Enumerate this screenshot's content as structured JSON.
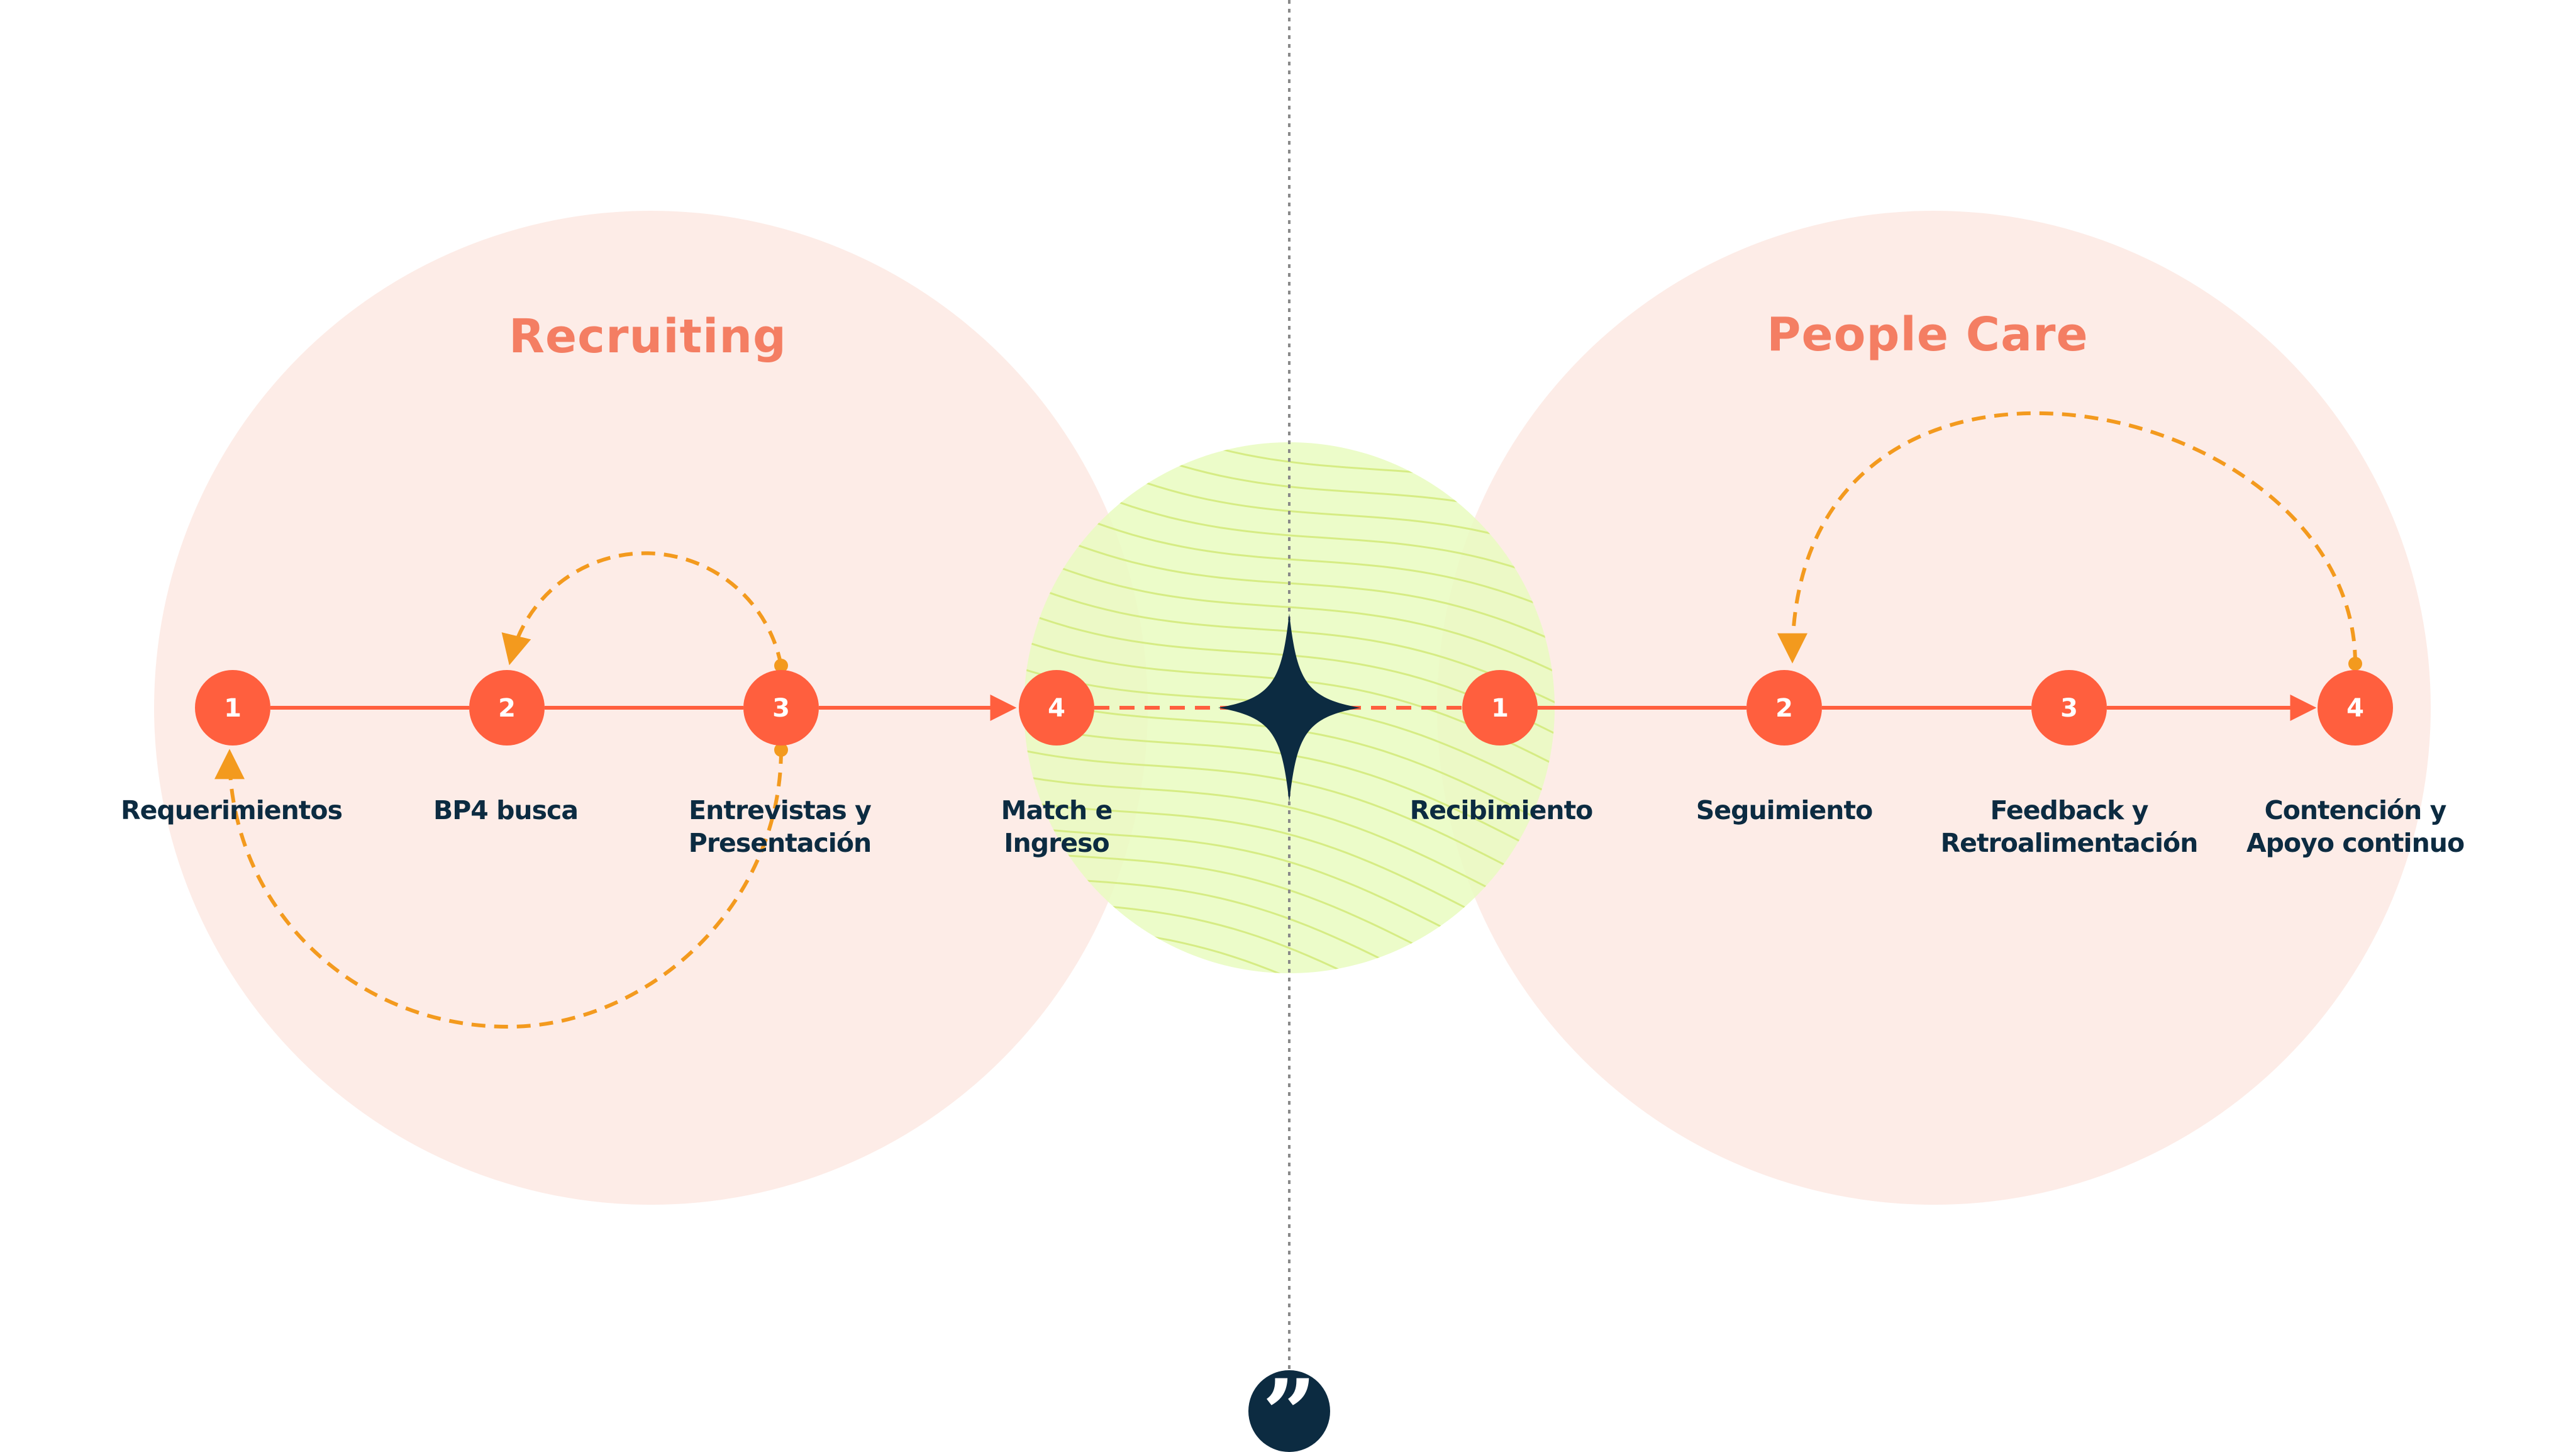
{
  "colors": {
    "background": "#ffffff",
    "circle_fill": "#fdece7",
    "accent_orange": "#ff5f3e",
    "title_orange": "#f47e63",
    "dashed_loop": "#f39a1e",
    "dark_navy": "#0c2b41",
    "center_green": "#e9fbbf",
    "center_wave": "#d6ec84",
    "divider": "#8a8a8a"
  },
  "recruiting": {
    "title": "Recruiting",
    "steps": [
      {
        "num": "1",
        "label_lines": [
          "Requerimientos"
        ]
      },
      {
        "num": "2",
        "label_lines": [
          "BP4 busca"
        ]
      },
      {
        "num": "3",
        "label_lines": [
          "Entrevistas y",
          "Presentación"
        ]
      },
      {
        "num": "4",
        "label_lines": [
          "Match e",
          "Ingreso"
        ]
      }
    ]
  },
  "people_care": {
    "title": "People Care",
    "steps": [
      {
        "num": "1",
        "label_lines": [
          "Recibimiento"
        ]
      },
      {
        "num": "2",
        "label_lines": [
          "Seguimiento"
        ]
      },
      {
        "num": "3",
        "label_lines": [
          "Feedback y",
          "Retroalimentación"
        ]
      },
      {
        "num": "4",
        "label_lines": [
          "Contención y",
          "Apoyo continuo"
        ]
      }
    ]
  },
  "center": {
    "star_icon": "four-point-star-icon"
  },
  "quote_badge": {
    "icon": "quote-icon",
    "glyph": "”"
  }
}
